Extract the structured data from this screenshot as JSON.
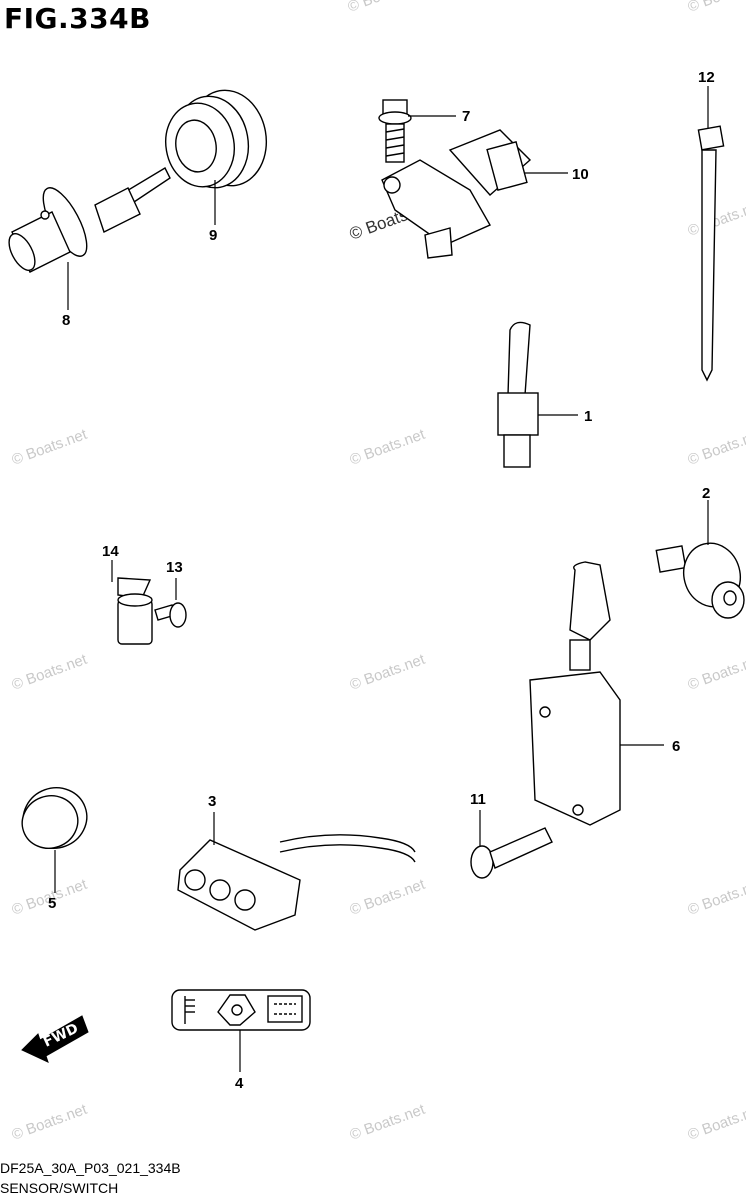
{
  "figure": {
    "title": "FIG.334B",
    "code": "DF25A_30A_P03_021_334B",
    "name": "SENSOR/SWITCH"
  },
  "watermark": "© Boats.net",
  "fwd_label": "FWD",
  "parts": [
    {
      "id": "part-1",
      "number": "1"
    },
    {
      "id": "part-2",
      "number": "2"
    },
    {
      "id": "part-3",
      "number": "3"
    },
    {
      "id": "part-4",
      "number": "4"
    },
    {
      "id": "part-5",
      "number": "5"
    },
    {
      "id": "part-6",
      "number": "6"
    },
    {
      "id": "part-7",
      "number": "7"
    },
    {
      "id": "part-8",
      "number": "8"
    },
    {
      "id": "part-9",
      "number": "9"
    },
    {
      "id": "part-10",
      "number": "10"
    },
    {
      "id": "part-11",
      "number": "11"
    },
    {
      "id": "part-12",
      "number": "12"
    },
    {
      "id": "part-13",
      "number": "13"
    },
    {
      "id": "part-14",
      "number": "14"
    }
  ]
}
